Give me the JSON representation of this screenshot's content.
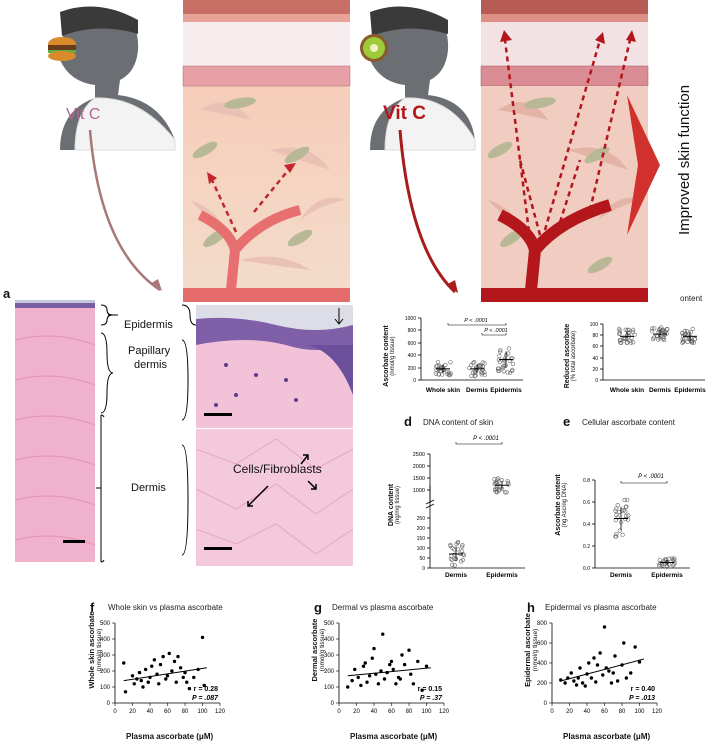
{
  "top": {
    "vit_c_left": "Vit C",
    "vit_c_right": "Vit C",
    "improved": "Improved skin function"
  },
  "panel_a": {
    "letter": "a",
    "labels": {
      "epidermis": "Epidermis",
      "papillary": "Papillary",
      "papillary2": "dermis",
      "dermis": "Dermis",
      "cells": "Cells/Fibroblasts"
    }
  },
  "chart_b": {
    "title_fragment": "ontent",
    "ylabel1": "Ascorbate content",
    "ylabel2": "(nmol/g tissue)",
    "yticks": [
      "0",
      "200",
      "400",
      "600",
      "800",
      "1000"
    ],
    "cats": [
      "Whole skin",
      "Dermis",
      "Epidermis"
    ],
    "p1": "P < .0001",
    "p2": "P < .0001"
  },
  "chart_c": {
    "ylabel1": "Reduced ascorbate",
    "ylabel2": "(% total ascorbate)",
    "yticks": [
      "0",
      "20",
      "40",
      "60",
      "80",
      "100"
    ],
    "cats": [
      "Whole skin",
      "Dermis",
      "Epidermis"
    ]
  },
  "chart_d": {
    "letter": "d",
    "title": "DNA content of skin",
    "ylabel1": "DNA content",
    "ylabel2": "(ng/mg tissue)",
    "yticks_low": [
      "0",
      "50",
      "100",
      "150",
      "200",
      "250"
    ],
    "yticks_high": [
      "1000",
      "1500",
      "2000",
      "2500"
    ],
    "cats": [
      "Dermis",
      "Epidermis"
    ],
    "p": "P < .0001"
  },
  "chart_e": {
    "letter": "e",
    "title": "Cellular ascorbate content",
    "ylabel1": "Ascorbate content",
    "ylabel2": "(ng Asc/ng DNA)",
    "yticks": [
      "0.0",
      "0.2",
      "0.4",
      "0.6",
      "0.8"
    ],
    "cats": [
      "Dermis",
      "Epidermis"
    ],
    "p": "P < .0001"
  },
  "scatter_f": {
    "letter": "f",
    "title": "Whole skin vs plasma ascorbate",
    "ylabel1": "Whole skin ascorbate",
    "ylabel2": "(nmol/g tissue)",
    "xlabel": "Plasma ascorbate (μM)",
    "yticks": [
      "0",
      "100",
      "200",
      "300",
      "400",
      "500"
    ],
    "xticks": [
      "0",
      "20",
      "40",
      "60",
      "80",
      "100",
      "120"
    ],
    "r": "r = 0.28",
    "p": "P = .087"
  },
  "scatter_g": {
    "letter": "g",
    "title": "Dermal vs plasma ascorbate",
    "ylabel1": "Dermal ascorbate",
    "ylabel2": "(nmol/g tissue)",
    "xlabel": "Plasma ascorbate (μM)",
    "yticks": [
      "0",
      "100",
      "200",
      "300",
      "400",
      "500"
    ],
    "xticks": [
      "0",
      "20",
      "40",
      "60",
      "80",
      "100",
      "120"
    ],
    "r": "r = 0.15",
    "p": "P = .37"
  },
  "scatter_h": {
    "letter": "h",
    "title": "Epidermal vs plasma ascorbate",
    "ylabel1": "Epidermal ascorbate",
    "ylabel2": "(nmol/g tissue)",
    "xlabel": "Plasma ascorbate (μM)",
    "yticks": [
      "0",
      "200",
      "400",
      "600",
      "800"
    ],
    "xticks": [
      "0",
      "20",
      "40",
      "60",
      "80",
      "100",
      "120"
    ],
    "r": "r = 0.40",
    "p": "P = .013"
  },
  "chart_data": [
    {
      "type": "scatter",
      "categories": [
        "Whole skin",
        "Dermis",
        "Epidermis"
      ],
      "medians": [
        180,
        180,
        330
      ],
      "ylim": [
        0,
        1000
      ]
    },
    {
      "type": "scatter",
      "categories": [
        "Whole skin",
        "Dermis",
        "Epidermis"
      ],
      "medians": [
        78,
        82,
        78
      ],
      "ylim": [
        0,
        100
      ]
    },
    {
      "type": "scatter",
      "categories": [
        "Dermis",
        "Epidermis"
      ],
      "medians": [
        70,
        1200
      ]
    },
    {
      "type": "scatter",
      "categories": [
        "Dermis",
        "Epidermis"
      ],
      "medians": [
        0.45,
        0.05
      ],
      "ylim": [
        0,
        0.8
      ]
    },
    {
      "type": "scatter",
      "xlim": [
        0,
        120
      ],
      "ylim": [
        0,
        500
      ],
      "x": [
        10,
        12,
        20,
        22,
        25,
        28,
        30,
        32,
        35,
        38,
        40,
        42,
        45,
        48,
        50,
        52,
        55,
        58,
        60,
        62,
        65,
        68,
        70,
        72,
        75,
        78,
        80,
        82,
        85,
        90,
        95,
        100,
        102
      ],
      "y": [
        250,
        70,
        170,
        120,
        150,
        190,
        140,
        100,
        210,
        130,
        160,
        230,
        270,
        180,
        120,
        240,
        290,
        150,
        170,
        310,
        200,
        260,
        130,
        290,
        220,
        160,
        190,
        130,
        90,
        160,
        210,
        410,
        110
      ],
      "fit": [
        [
          10,
          140
        ],
        [
          105,
          220
        ]
      ]
    },
    {
      "type": "scatter",
      "xlim": [
        0,
        120
      ],
      "ylim": [
        0,
        500
      ],
      "x": [
        10,
        15,
        18,
        22,
        25,
        28,
        30,
        32,
        35,
        38,
        40,
        42,
        45,
        48,
        50,
        52,
        55,
        58,
        60,
        62,
        65,
        68,
        70,
        72,
        75,
        80,
        82,
        85,
        90,
        95,
        100
      ],
      "y": [
        100,
        140,
        210,
        160,
        110,
        230,
        250,
        130,
        170,
        280,
        340,
        180,
        120,
        200,
        430,
        150,
        190,
        240,
        260,
        210,
        120,
        160,
        150,
        300,
        240,
        330,
        180,
        120,
        260,
        80,
        230
      ],
      "fit": [
        [
          10,
          170
        ],
        [
          105,
          220
        ]
      ]
    },
    {
      "type": "scatter",
      "xlim": [
        0,
        120
      ],
      "ylim": [
        0,
        800
      ],
      "x": [
        10,
        15,
        18,
        22,
        25,
        28,
        30,
        32,
        35,
        38,
        40,
        42,
        45,
        48,
        50,
        52,
        55,
        58,
        60,
        62,
        65,
        68,
        70,
        72,
        75,
        80,
        82,
        85,
        90,
        95,
        100
      ],
      "y": [
        230,
        200,
        250,
        300,
        220,
        180,
        250,
        350,
        200,
        170,
        290,
        400,
        250,
        450,
        210,
        380,
        500,
        280,
        760,
        350,
        320,
        200,
        300,
        470,
        220,
        380,
        600,
        250,
        300,
        560,
        410
      ],
      "fit": [
        [
          10,
          220
        ],
        [
          105,
          440
        ]
      ]
    }
  ]
}
